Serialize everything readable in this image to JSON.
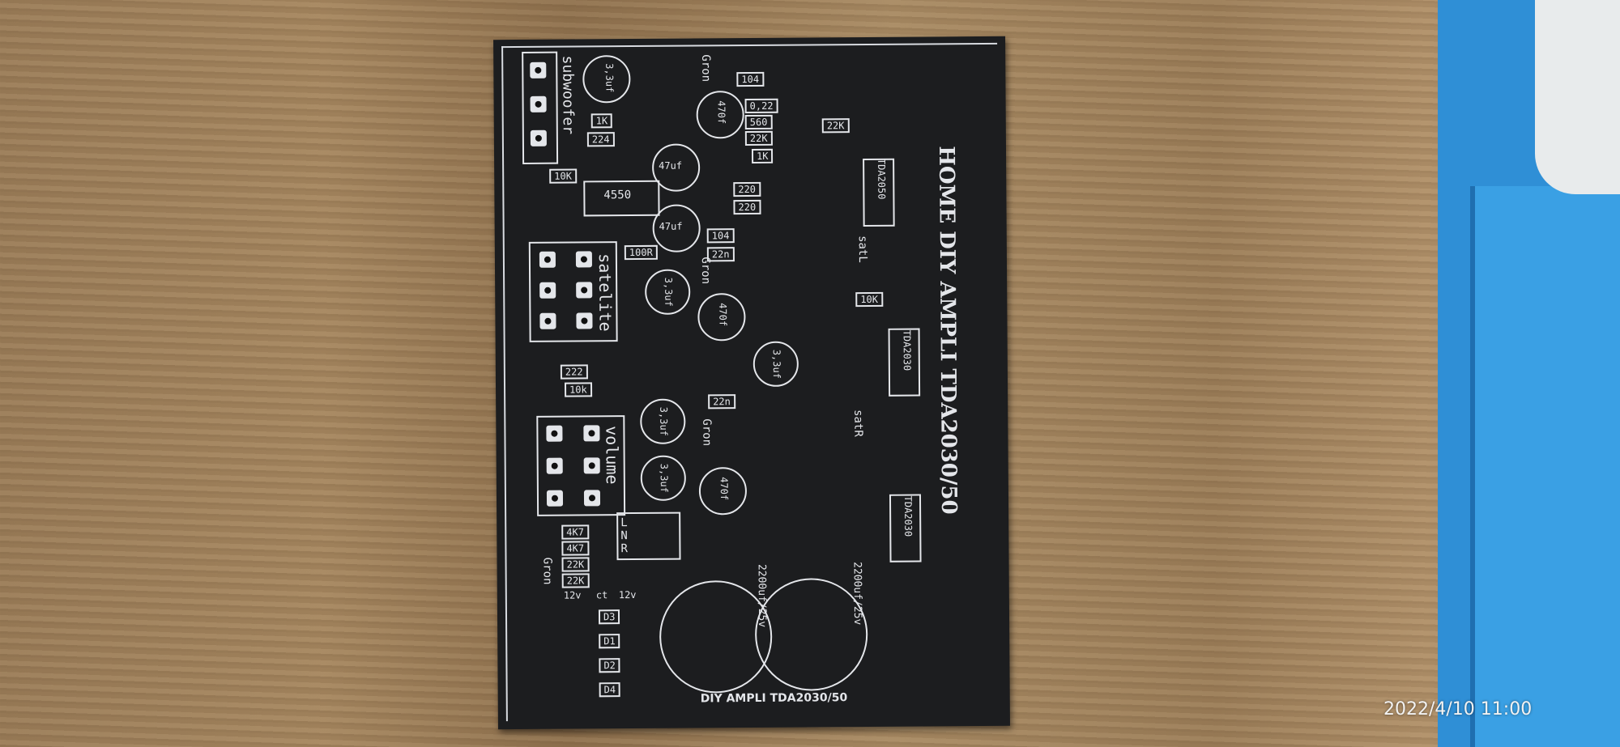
{
  "photo": {
    "timestamp": "2022/4/10 11:00",
    "board_color": "#1c1d1f",
    "silkscreen_color": "#e4e6ea",
    "board_title": "HOME DIY AMPLI TDA2030/50",
    "board_footer": "DIY AMPLI TDA2030/50",
    "connectors": {
      "subwoofer": "subwoofer",
      "satelite": "satelite",
      "volume": "volume"
    },
    "chips": {
      "opamp": "4550",
      "amp1": "TDA2050",
      "amp2": "TDA2030",
      "amp3": "TDA2030"
    },
    "gron": "Gron",
    "outputs": {
      "satL": "satL",
      "satR": "satR"
    },
    "big_caps": [
      "2200uf/25v",
      "2200uf/25v"
    ],
    "caps": [
      "3,3uf",
      "47uf",
      "47uf",
      "470f",
      "470f",
      "470f",
      "3,3uf",
      "3,3uf",
      "3,3uf",
      "3,3uf"
    ],
    "resistors": [
      "1K",
      "224",
      "10K",
      "10K",
      "104",
      "104",
      "0,22",
      "560",
      "22K",
      "1K",
      "22K",
      "220",
      "220",
      "100R",
      "22n",
      "22n",
      "222",
      "10k",
      "4K7",
      "4K7",
      "22K",
      "22K"
    ],
    "power": {
      "v1": "12v",
      "ct": "ct",
      "v2": "12v"
    },
    "diodes": [
      "D3",
      "D1",
      "D2",
      "D4"
    ],
    "lnr": {
      "l": "L",
      "n": "N",
      "r": "R"
    }
  }
}
